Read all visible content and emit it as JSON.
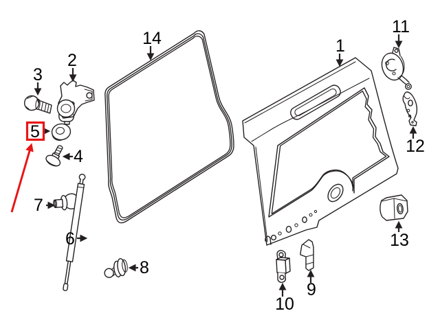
{
  "diagram": {
    "kind": "exploded-parts-line-drawing",
    "background_color": "#ffffff",
    "line_color": "#231f20",
    "text_color": "#000000",
    "highlight": {
      "part": "5",
      "color": "#e81616"
    },
    "parts": [
      {
        "label": "1"
      },
      {
        "label": "2"
      },
      {
        "label": "3"
      },
      {
        "label": "4"
      },
      {
        "label": "5"
      },
      {
        "label": "6"
      },
      {
        "label": "7"
      },
      {
        "label": "8"
      },
      {
        "label": "9"
      },
      {
        "label": "10"
      },
      {
        "label": "11"
      },
      {
        "label": "12"
      },
      {
        "label": "13"
      },
      {
        "label": "14"
      }
    ]
  }
}
